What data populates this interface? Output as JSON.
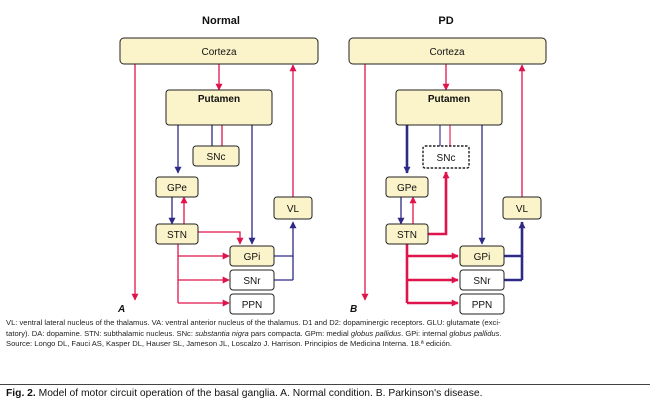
{
  "panels": {
    "normal": {
      "title": "Normal",
      "letter": "A"
    },
    "pd": {
      "title": "PD",
      "letter": "B"
    }
  },
  "nodes": {
    "corteza": "Corteza",
    "putamen": "Putamen",
    "snc": "SNc",
    "gpe": "GPe",
    "stn": "STN",
    "vl": "VL",
    "gpi": "GPi",
    "snr": "SNr",
    "ppn": "PPN"
  },
  "colors": {
    "excitatory": "#e0144c",
    "inhibitory": "#2e2a86",
    "box_fill": "#fbf3c9",
    "box_fill_white": "#ffffff",
    "box_stroke": "#222222"
  },
  "legend": {
    "line1": "VL: ventral lateral nucleus of the thalamus. VA: ventral anterior nucleus of the thalamus. D1 and D2: dopaminergic receptors. GLU: glutamate (exci-",
    "line2_a": "tatory). DA: dopamine. STN: subthalamic nucleus. SNc: ",
    "line2_b": "substantia nigra",
    "line2_c": " pars compacta. GPm: medial ",
    "line2_d": "globus pallidus",
    "line2_e": ". GPi: internal ",
    "line2_f": "globus pallidus",
    "line2_g": ".",
    "line3": "Source: Longo DL, Fauci AS, Kasper DL, Hauser SL, Jameson JL, Loscalzo J. Harrison. Principios de Medicina Interna. 18.ª edición."
  },
  "figure_caption": {
    "label": "Fig. 2.",
    "text": "Model of motor circuit operation of the basal ganglia. A. Normal condition. B. Parkinson's disease."
  }
}
